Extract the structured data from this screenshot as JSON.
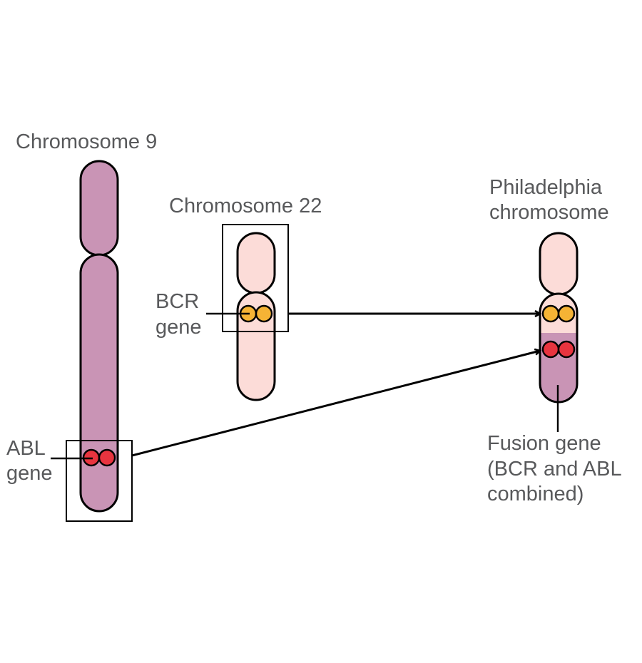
{
  "labels": {
    "chr9": "Chromosome 9",
    "chr22": "Chromosome 22",
    "ph_line1": "Philadelphia",
    "ph_line2": "chromosome",
    "bcr_line1": "BCR",
    "bcr_line2": "gene",
    "abl_line1": "ABL",
    "abl_line2": "gene",
    "fusion_line1": "Fusion gene",
    "fusion_line2": "(BCR and ABL",
    "fusion_line3": "combined)"
  },
  "colors": {
    "chr9_fill": "#c994b5",
    "chr22_fill": "#fcdcd8",
    "bcr_gene": "#f5b335",
    "abl_gene": "#e8343f",
    "outline": "#000000",
    "text": "#58595b"
  }
}
